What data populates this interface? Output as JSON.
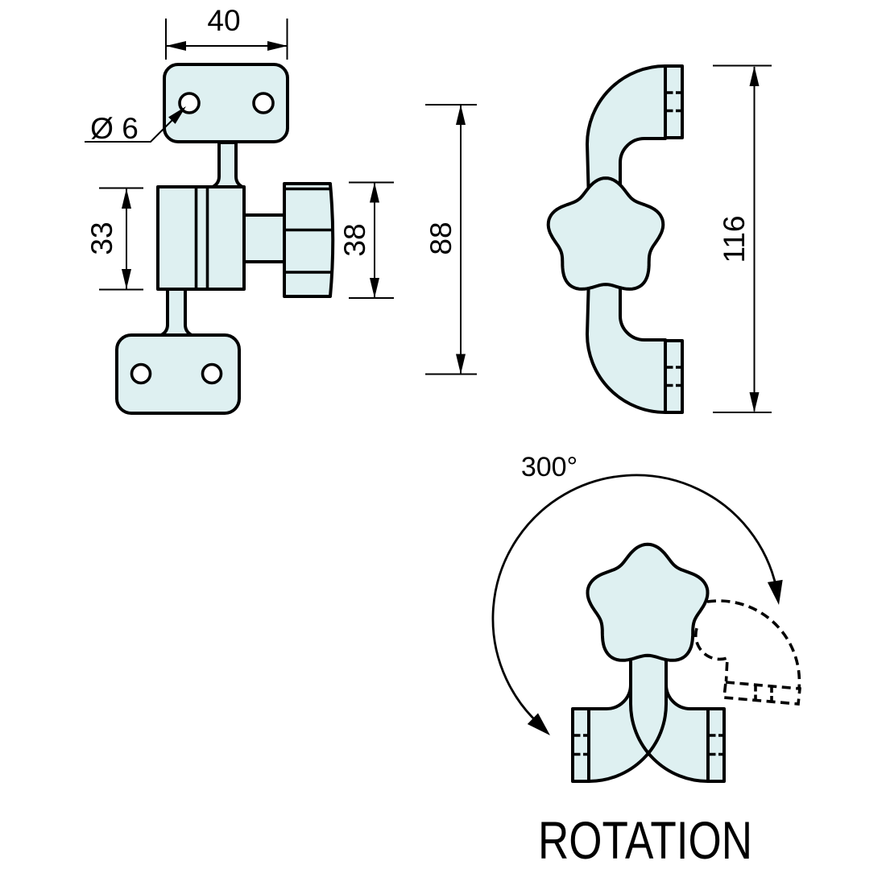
{
  "drawing": {
    "front_view": {
      "top_plate_width": "40",
      "hole_diameter": "Ø 6",
      "body_height": "33",
      "knob_height": "38",
      "plate_hole_spacing": "88"
    },
    "side_view": {
      "overall_height": "116"
    },
    "rotation_view": {
      "angle": "300°",
      "caption": "ROTATION"
    },
    "colors": {
      "part_fill": "#def0f1",
      "line_color": "#000000"
    }
  }
}
